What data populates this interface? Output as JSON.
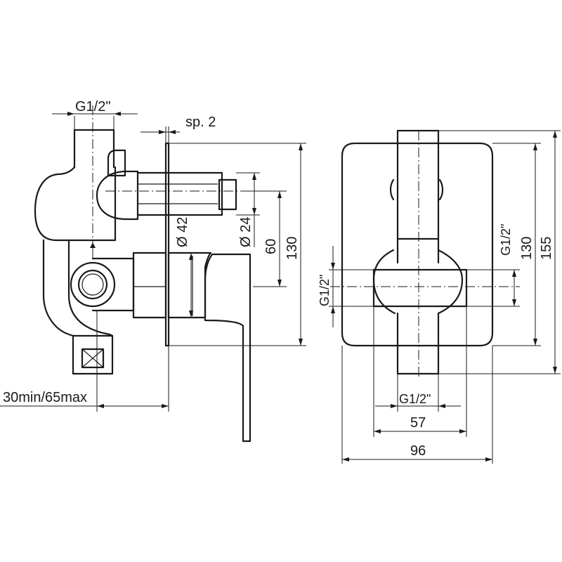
{
  "side_view": {
    "inlet_thread": "G1/2\"",
    "plate_thickness": "sp. 2",
    "body_diameter": "Ø 42",
    "spindle_diameter": "Ø 24",
    "spindle_offset": "60",
    "plate_height": "130",
    "wall_depth": "30min/65max"
  },
  "front_view": {
    "side_thread_left": "G1/2\"",
    "side_thread_right": "G1/2\"",
    "height_inner": "130",
    "height_total": "155",
    "bottom_thread": "G1/2\"",
    "width_inner": "57",
    "width_total": "96"
  }
}
